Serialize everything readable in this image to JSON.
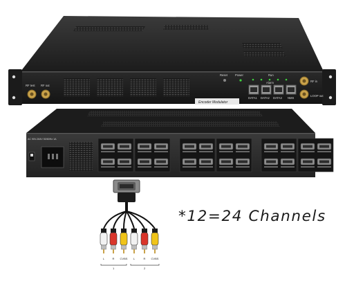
{
  "front_panel": {
    "rf_test_label": "RF test",
    "rf_out_label": "RF out",
    "reset_label": "Reset",
    "power_label": "Power",
    "run_label": "Run",
    "alarm_label": "Alarm",
    "rf_in_label": "RF in",
    "loop_out_label": "LOOP out",
    "model_label": "Encoder Modulator",
    "port_labels": [
      "DATA1",
      "DATA2",
      "DATA3",
      "NMS"
    ]
  },
  "rear_panel": {
    "power_spec_label": "AC 90V-264V 50/60Hz 1A",
    "module_count": 6,
    "ports_per_module": 4
  },
  "cable": {
    "plug_labels": [
      "L",
      "R",
      "CVBS",
      "L",
      "R",
      "CVBS"
    ],
    "group_labels": [
      "1",
      "2"
    ],
    "plug_colors": [
      "#f2f2f2",
      "#d9352a",
      "#f0c419",
      "#f2f2f2",
      "#d9352a",
      "#f0c419"
    ]
  },
  "caption": "*12=24 Channels"
}
